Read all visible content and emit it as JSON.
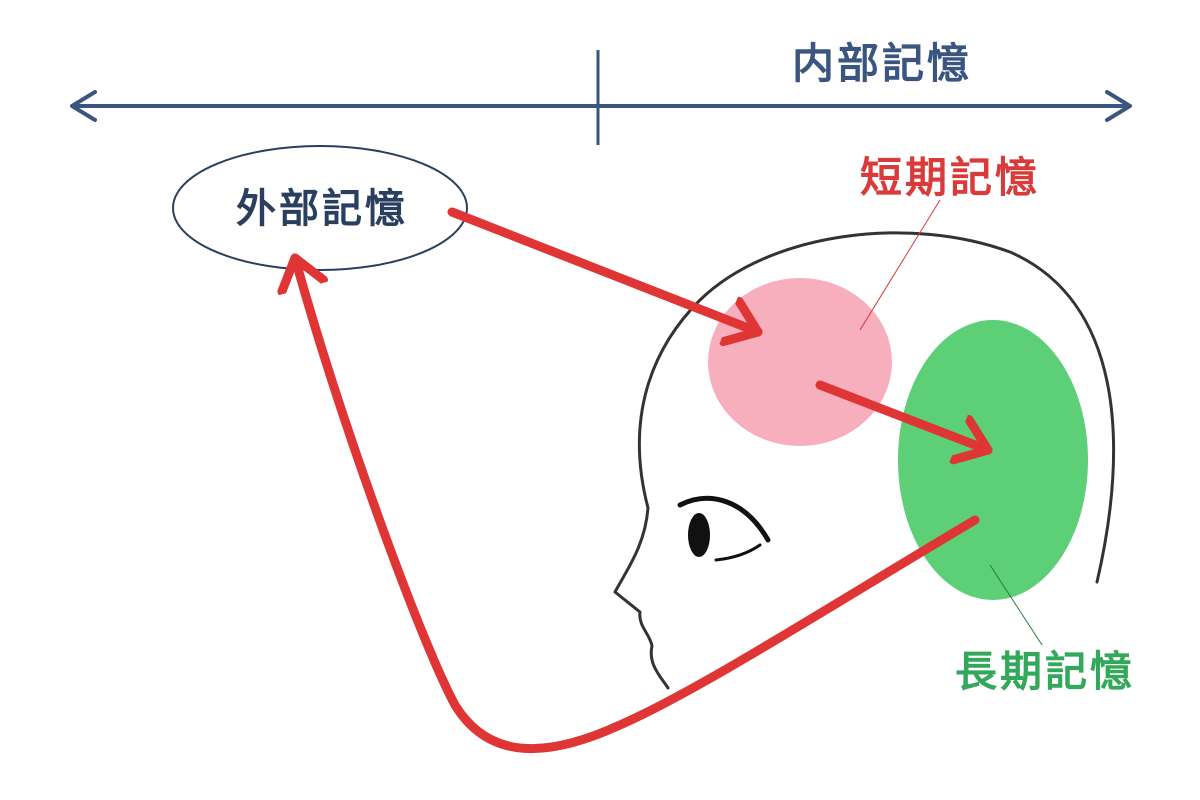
{
  "labels": {
    "internal_memory": "内部記憶",
    "external_memory": "外部記憶",
    "short_term_memory": "短期記憶",
    "long_term_memory": "長期記憶"
  },
  "colors": {
    "axis": "#3a5680",
    "external": "#2a3f5f",
    "short_term_text": "#d93a3a",
    "short_term_fill": "#f7aebd",
    "long_term_text": "#33a85a",
    "long_term_fill": "#5ccf77",
    "flow_arrow": "#e03535",
    "head_outline": "#333333"
  }
}
